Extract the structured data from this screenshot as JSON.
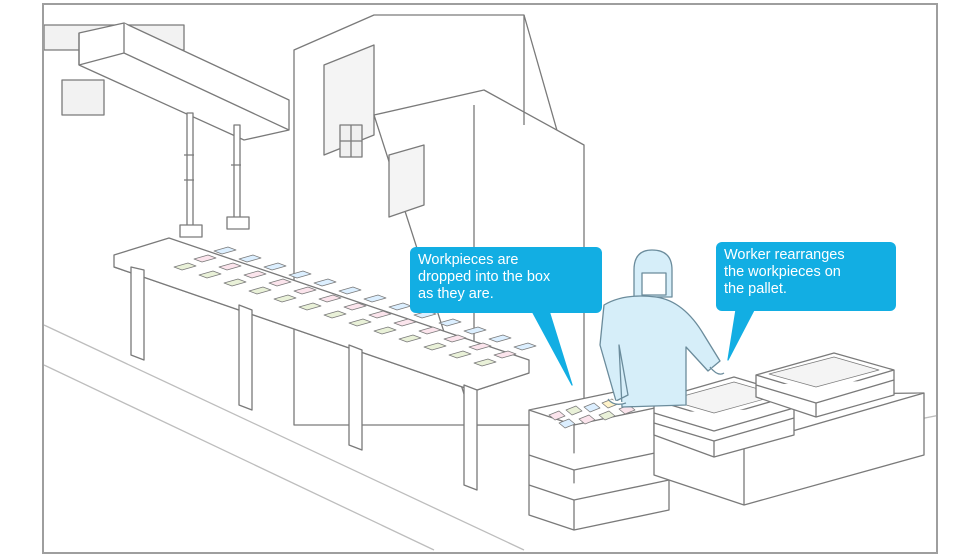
{
  "callouts": {
    "box_drop": {
      "lines": [
        "Workpieces are",
        "dropped into the box",
        "as they are."
      ]
    },
    "worker_pallet": {
      "lines": [
        "Worker rearranges",
        "the workpieces on",
        "the pallet."
      ]
    }
  },
  "colors": {
    "callout_fill": "#12aee3",
    "worker_suit": "#d6eef9",
    "line": "#7a7a7a",
    "frame": "#9e9e9e"
  },
  "icons": [
    "gantry-robot",
    "machine-tool",
    "conveyor",
    "worker",
    "collection-box",
    "pallet-stack"
  ]
}
